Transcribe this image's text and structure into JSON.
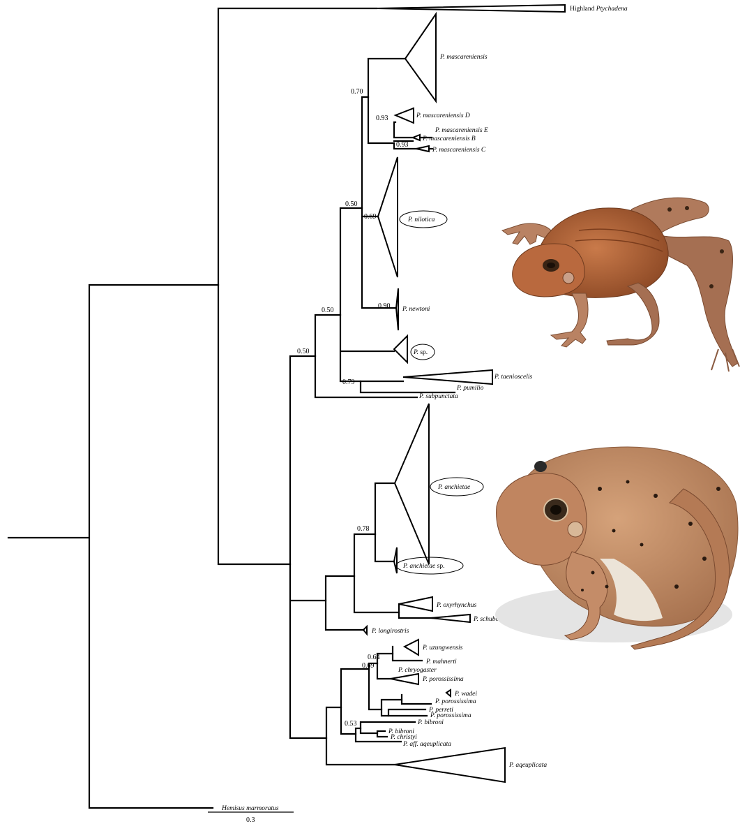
{
  "tree": {
    "tips": {
      "highland_ptychadena": {
        "prefix": "Highland ",
        "name": "Ptychadena"
      },
      "mascareniensis": "P. mascareniensis",
      "mascareniensis_d": "P. mascareniensis D",
      "mascareniensis_e": "P. mascareniensis E",
      "mascareniensis_b": "P. mascareniensis B",
      "mascareniensis_c": "P. mascareniensis C",
      "nilotica": "P. nilotica",
      "newtoni": "P. newtoni",
      "sp": {
        "genus": "P.",
        "rest": " sp."
      },
      "taenioscelis": "P. taenioscelis",
      "pumilio": "P. pumilio",
      "subpunctata": "P. subpunctata",
      "anchietae": "P. anchietae",
      "anchietae_sp": {
        "name": "P. anchietae",
        "rest": " sp."
      },
      "oxyrhynchus": "P. oxyrhynchus",
      "schubotzi": "P. schubotzi",
      "longirostris": "P. longirostris",
      "uzungwensis": "P. uzungwensis",
      "mahnerti": "P. mahnerti",
      "chryogaster": "P. chryogaster",
      "porosissima_1": "P. porossissima",
      "wadei": "P. wadei",
      "porosissima_2": "P. porossissima",
      "perreti": "P. perreti",
      "porosissima_3": "P. porossissima",
      "bibroni_1": "P. bibroni",
      "bibroni_2": "P. bibroni",
      "christyi": "P. christyi",
      "aff_aequiplicata": "P. aff. aqeuplicata",
      "aequiplicata": "P. aqeuplicata",
      "hemisus": "Hemisus marmoratus"
    },
    "support": {
      "masc_core": "0.70",
      "masc_d": "0.93",
      "masc_c": "0.93",
      "nilotica": "0.69",
      "newtoni": "0.90",
      "nil_group": "0.50",
      "upper_group": "0.50",
      "upper_clade": "0.50",
      "taenioscelis": "0.79",
      "anchietae": "0.78",
      "uzungwensis": "0.64",
      "chryogaster": "0.69",
      "bibroni": "0.53"
    },
    "scale_bar": {
      "label": "0.3",
      "value": 0.3
    }
  },
  "photos": [
    {
      "name": "frog-photo-upper",
      "body_color": "#b0643a"
    },
    {
      "name": "frog-photo-lower",
      "body_color": "#c49068"
    }
  ]
}
